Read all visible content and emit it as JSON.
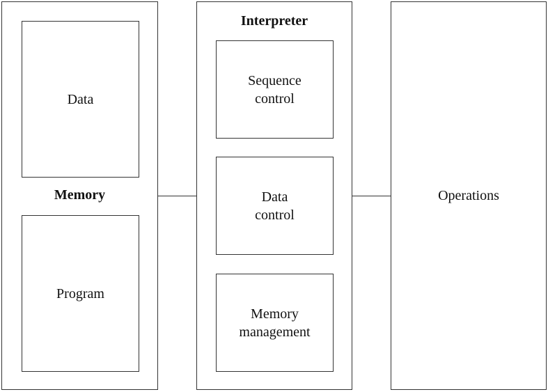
{
  "memory": {
    "title": "Memory",
    "data_label": "Data",
    "program_label": "Program"
  },
  "interpreter": {
    "title": "Interpreter",
    "sequence_control_label": "Sequence\ncontrol",
    "data_control_label": "Data\ncontrol",
    "memory_management_label": "Memory\nmanagement"
  },
  "operations": {
    "label": "Operations"
  },
  "colors": {
    "stroke": "#333333",
    "text": "#111111",
    "background": "#ffffff"
  }
}
